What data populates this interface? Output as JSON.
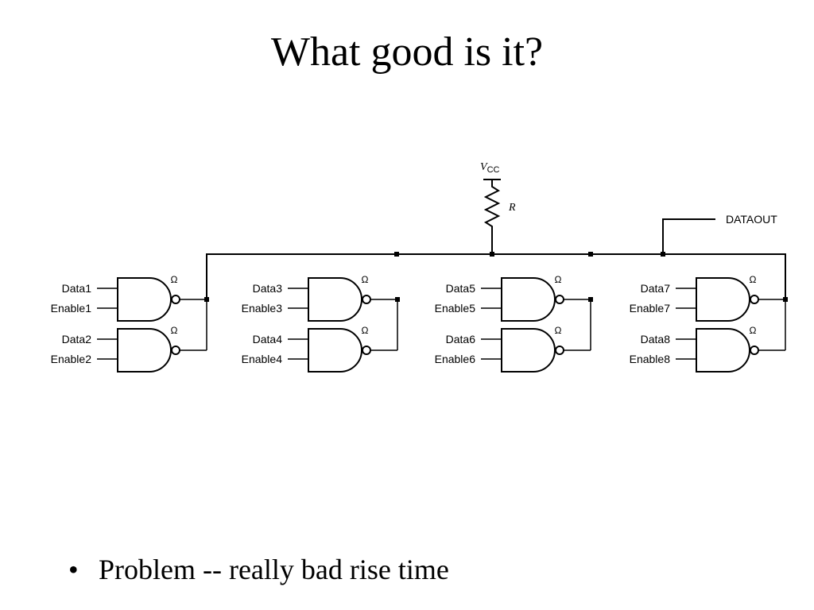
{
  "slide": {
    "title": "What good is it?",
    "bullets": [
      "Problem -- really bad rise time"
    ]
  },
  "diagram": {
    "supply_label": "V",
    "supply_subscript": "CC",
    "resistor_label": "R",
    "output_label": "DATAOUT",
    "gate_output_symbol": "Ω",
    "gates": [
      {
        "data_label": "Data1",
        "enable_label": "Enable1"
      },
      {
        "data_label": "Data2",
        "enable_label": "Enable2"
      },
      {
        "data_label": "Data3",
        "enable_label": "Enable3"
      },
      {
        "data_label": "Data4",
        "enable_label": "Enable4"
      },
      {
        "data_label": "Data5",
        "enable_label": "Enable5"
      },
      {
        "data_label": "Data6",
        "enable_label": "Enable6"
      },
      {
        "data_label": "Data7",
        "enable_label": "Enable7"
      },
      {
        "data_label": "Data8",
        "enable_label": "Enable8"
      }
    ]
  }
}
